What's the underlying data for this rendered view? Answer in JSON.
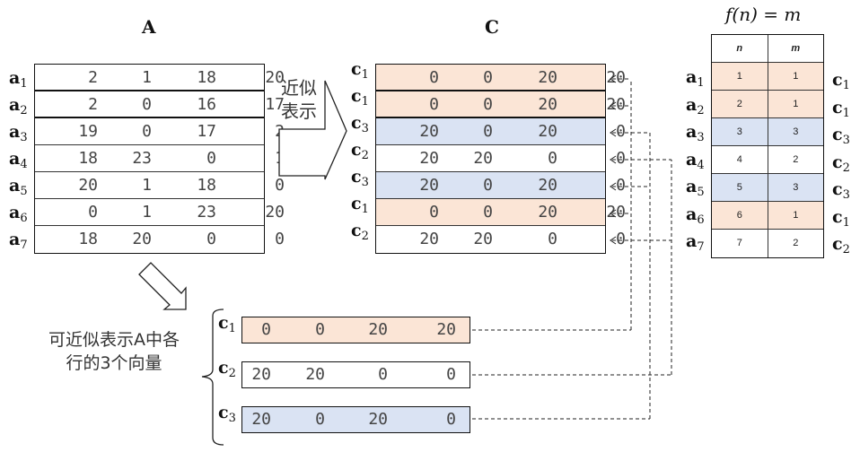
{
  "matrix_a": {
    "title": "A",
    "row_labels": [
      {
        "base": "a",
        "sub": "1"
      },
      {
        "base": "a",
        "sub": "2"
      },
      {
        "base": "a",
        "sub": "3"
      },
      {
        "base": "a",
        "sub": "4"
      },
      {
        "base": "a",
        "sub": "5"
      },
      {
        "base": "a",
        "sub": "6"
      },
      {
        "base": "a",
        "sub": "7"
      }
    ],
    "rows": [
      [
        "2",
        "1",
        "18",
        "20"
      ],
      [
        "2",
        "0",
        "16",
        "17"
      ],
      [
        "19",
        "0",
        "17",
        "2"
      ],
      [
        "18",
        "23",
        "0",
        "1"
      ],
      [
        "20",
        "1",
        "18",
        "0"
      ],
      [
        "0",
        "1",
        "23",
        "20"
      ],
      [
        "18",
        "20",
        "0",
        "0"
      ]
    ]
  },
  "approx_arrow_label": [
    "近似",
    "表示"
  ],
  "matrix_c": {
    "title": "C",
    "row_labels": [
      {
        "base": "c",
        "sub": "1"
      },
      {
        "base": "c",
        "sub": "1"
      },
      {
        "base": "c",
        "sub": "3"
      },
      {
        "base": "c",
        "sub": "2"
      },
      {
        "base": "c",
        "sub": "3"
      },
      {
        "base": "c",
        "sub": "1"
      },
      {
        "base": "c",
        "sub": "2"
      }
    ],
    "rows": [
      [
        "0",
        "0",
        "20",
        "20"
      ],
      [
        "0",
        "0",
        "20",
        "20"
      ],
      [
        "20",
        "0",
        "20",
        "0"
      ],
      [
        "20",
        "20",
        "0",
        "0"
      ],
      [
        "20",
        "0",
        "20",
        "0"
      ],
      [
        "0",
        "0",
        "20",
        "20"
      ],
      [
        "20",
        "20",
        "0",
        "0"
      ]
    ],
    "row_colors": [
      "peach",
      "peach",
      "blue",
      "white",
      "blue",
      "peach",
      "white"
    ]
  },
  "mapping": {
    "title": "f(n) = m",
    "headers": [
      "n",
      "m"
    ],
    "left_labels": [
      {
        "base": "a",
        "sub": "1"
      },
      {
        "base": "a",
        "sub": "2"
      },
      {
        "base": "a",
        "sub": "3"
      },
      {
        "base": "a",
        "sub": "4"
      },
      {
        "base": "a",
        "sub": "5"
      },
      {
        "base": "a",
        "sub": "6"
      },
      {
        "base": "a",
        "sub": "7"
      }
    ],
    "right_labels": [
      {
        "base": "c",
        "sub": "1"
      },
      {
        "base": "c",
        "sub": "1"
      },
      {
        "base": "c",
        "sub": "3"
      },
      {
        "base": "c",
        "sub": "2"
      },
      {
        "base": "c",
        "sub": "3"
      },
      {
        "base": "c",
        "sub": "1"
      },
      {
        "base": "c",
        "sub": "2"
      }
    ],
    "rows": [
      [
        "1",
        "1"
      ],
      [
        "2",
        "1"
      ],
      [
        "3",
        "3"
      ],
      [
        "4",
        "2"
      ],
      [
        "5",
        "3"
      ],
      [
        "6",
        "1"
      ],
      [
        "7",
        "2"
      ]
    ],
    "row_colors": [
      "peach",
      "peach",
      "blue",
      "white",
      "blue",
      "peach",
      "white"
    ]
  },
  "codebook": {
    "caption_line1": "可近似表示A中各",
    "caption_line2": "行的3个向量",
    "labels": [
      {
        "base": "c",
        "sub": "1"
      },
      {
        "base": "c",
        "sub": "2"
      },
      {
        "base": "c",
        "sub": "3"
      }
    ],
    "rows": [
      [
        "0",
        "0",
        "20",
        "20"
      ],
      [
        "20",
        "20",
        "0",
        "0"
      ],
      [
        "20",
        "0",
        "20",
        "0"
      ]
    ],
    "row_colors": [
      "peach",
      "white",
      "blue"
    ]
  },
  "colors": {
    "peach": "#fbe5d6",
    "blue": "#dae3f3",
    "white": "#ffffff",
    "line": "#111111"
  }
}
